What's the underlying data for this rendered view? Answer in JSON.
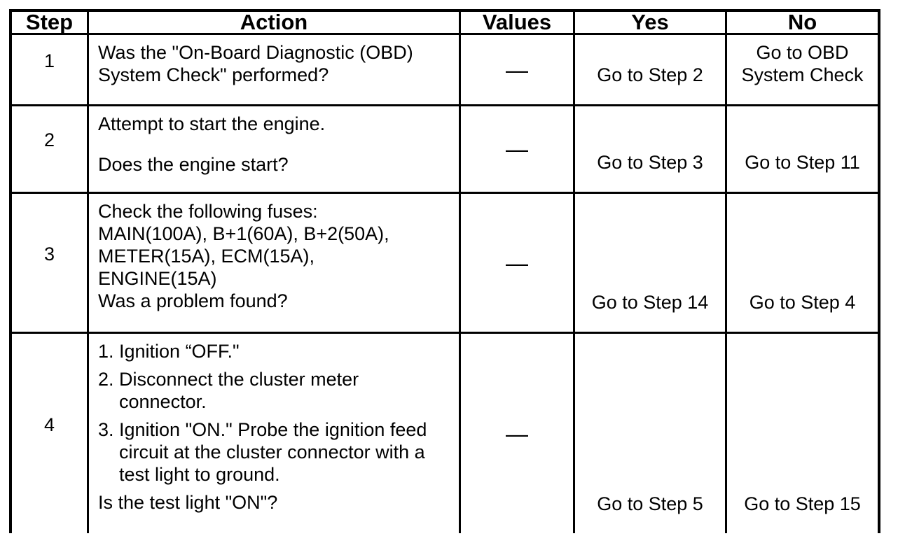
{
  "colors": {
    "border": "#000000",
    "background": "#ffffff",
    "text": "#000000"
  },
  "table": {
    "columns": [
      {
        "label": "Step"
      },
      {
        "label": "Action"
      },
      {
        "label": "Values"
      },
      {
        "label": "Yes"
      },
      {
        "label": "No"
      }
    ],
    "rows": [
      {
        "step": "1",
        "action": [
          {
            "type": "para",
            "lines": [
              "Was the \"On-Board Diagnostic (OBD)",
              "System Check\" performed?"
            ]
          }
        ],
        "values": "—",
        "yes": [
          "Go to Step 2"
        ],
        "no": [
          "Go to OBD",
          "System Check"
        ]
      },
      {
        "step": "2",
        "action": [
          {
            "type": "para",
            "lines": [
              "Attempt to start the engine."
            ]
          },
          {
            "type": "para",
            "lines": [
              "Does the engine start?"
            ]
          }
        ],
        "values": "—",
        "yes": [
          "Go to Step 3"
        ],
        "no": [
          "Go to Step 11"
        ]
      },
      {
        "step": "3",
        "action": [
          {
            "type": "para",
            "lines": [
              "Check the following fuses:",
              "MAIN(100A), B+1(60A), B+2(50A),",
              "METER(15A), ECM(15A),",
              "ENGINE(15A)",
              "Was a problem found?"
            ]
          }
        ],
        "values": "—",
        "yes": [
          "Go to Step 14"
        ],
        "no": [
          "Go to Step 4"
        ]
      },
      {
        "step": "4",
        "action": [
          {
            "type": "item",
            "num": "1.",
            "lines": [
              "Ignition “OFF.\""
            ]
          },
          {
            "type": "item",
            "num": "2.",
            "lines": [
              "Disconnect the cluster meter",
              "connector."
            ]
          },
          {
            "type": "item",
            "num": "3.",
            "lines": [
              "Ignition \"ON.\" Probe the ignition feed",
              "circuit at the cluster connector with a",
              "test light to ground."
            ]
          },
          {
            "type": "para",
            "lines": [
              "Is the test light \"ON\"?"
            ]
          }
        ],
        "values": "—",
        "yes": [
          "Go to Step 5"
        ],
        "no": [
          "Go to Step 15"
        ]
      }
    ]
  }
}
